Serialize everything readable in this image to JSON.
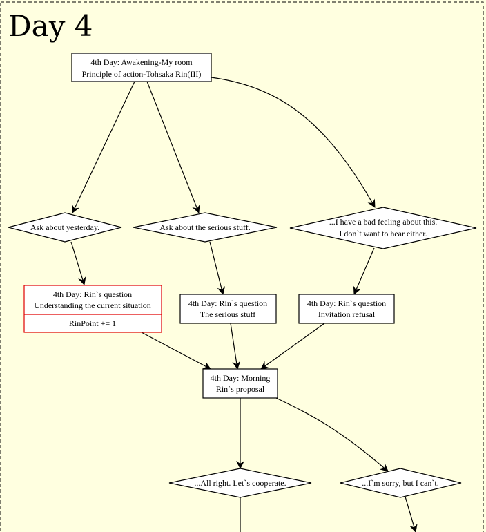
{
  "cluster": {
    "title": "Day 4",
    "background": "#ffffe0"
  },
  "nodes": {
    "start": [
      "4th Day: Awakening-My room",
      "Principle of action-Tohsaka Rin(III)"
    ],
    "choice_yesterday": [
      "Ask about yesterday."
    ],
    "choice_serious": [
      "Ask about the serious stuff."
    ],
    "choice_bad_feeling": [
      "...I have a bad feeling about this.",
      "I don`t want to hear either."
    ],
    "q_understanding": [
      "4th Day: Rin`s question",
      "Understanding the current situation"
    ],
    "q_understanding_effect": "RinPoint += 1",
    "q_serious": [
      "4th Day: Rin`s question",
      "The serious stuff"
    ],
    "q_refusal": [
      "4th Day: Rin`s question",
      "Invitation refusal"
    ],
    "morning": [
      "4th Day: Morning",
      "Rin`s proposal"
    ],
    "choice_cooperate": [
      "...All right. Let`s cooperate."
    ],
    "choice_sorry": [
      "...I`m sorry, but I can`t."
    ]
  },
  "colors": {
    "highlight_border": "#e00000"
  }
}
